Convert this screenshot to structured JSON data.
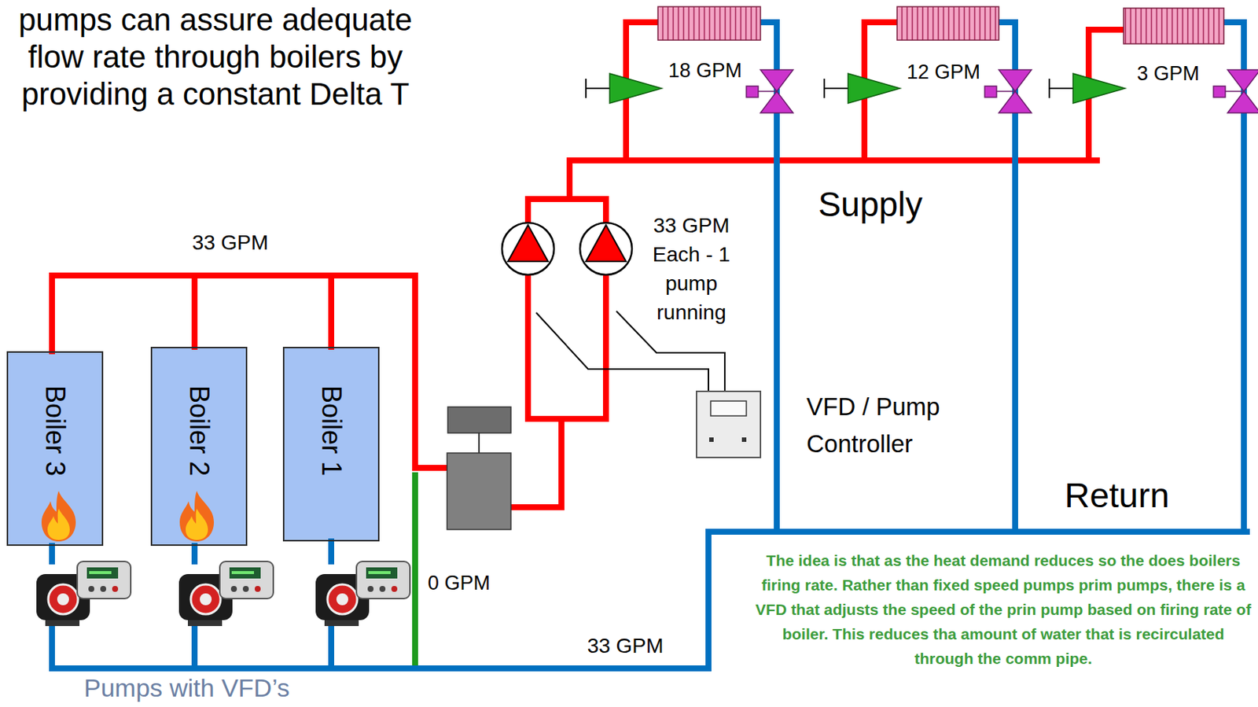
{
  "diagram": {
    "nodes": [
      {
        "text": [
          "Boiler 3"
        ]
      },
      {
        "text": [
          "Boiler 2"
        ]
      },
      {
        "text": [
          "Boiler 1"
        ]
      }
    ],
    "labels": [
      "pumps can assure adequate flow rate through boilers by providing a constant Delta T",
      "18 GPM",
      "12 GPM",
      "3 GPM",
      "Supply",
      "33 GPM",
      "33 GPM Each - 1 pump running",
      "VFD / Pump Controller",
      "Return",
      "0 GPM",
      "The idea is that as the heat demand reduces so the does boilers firing rate. Rather than fixed speed pumps prim pumps, there is a VFD that adjusts the speed of the prin pump based on firing rate of boiler. This reduces tha amount of water that is recirculated through the comm pipe.",
      "33 GPM",
      "Pumps with VFD’s"
    ]
  }
}
